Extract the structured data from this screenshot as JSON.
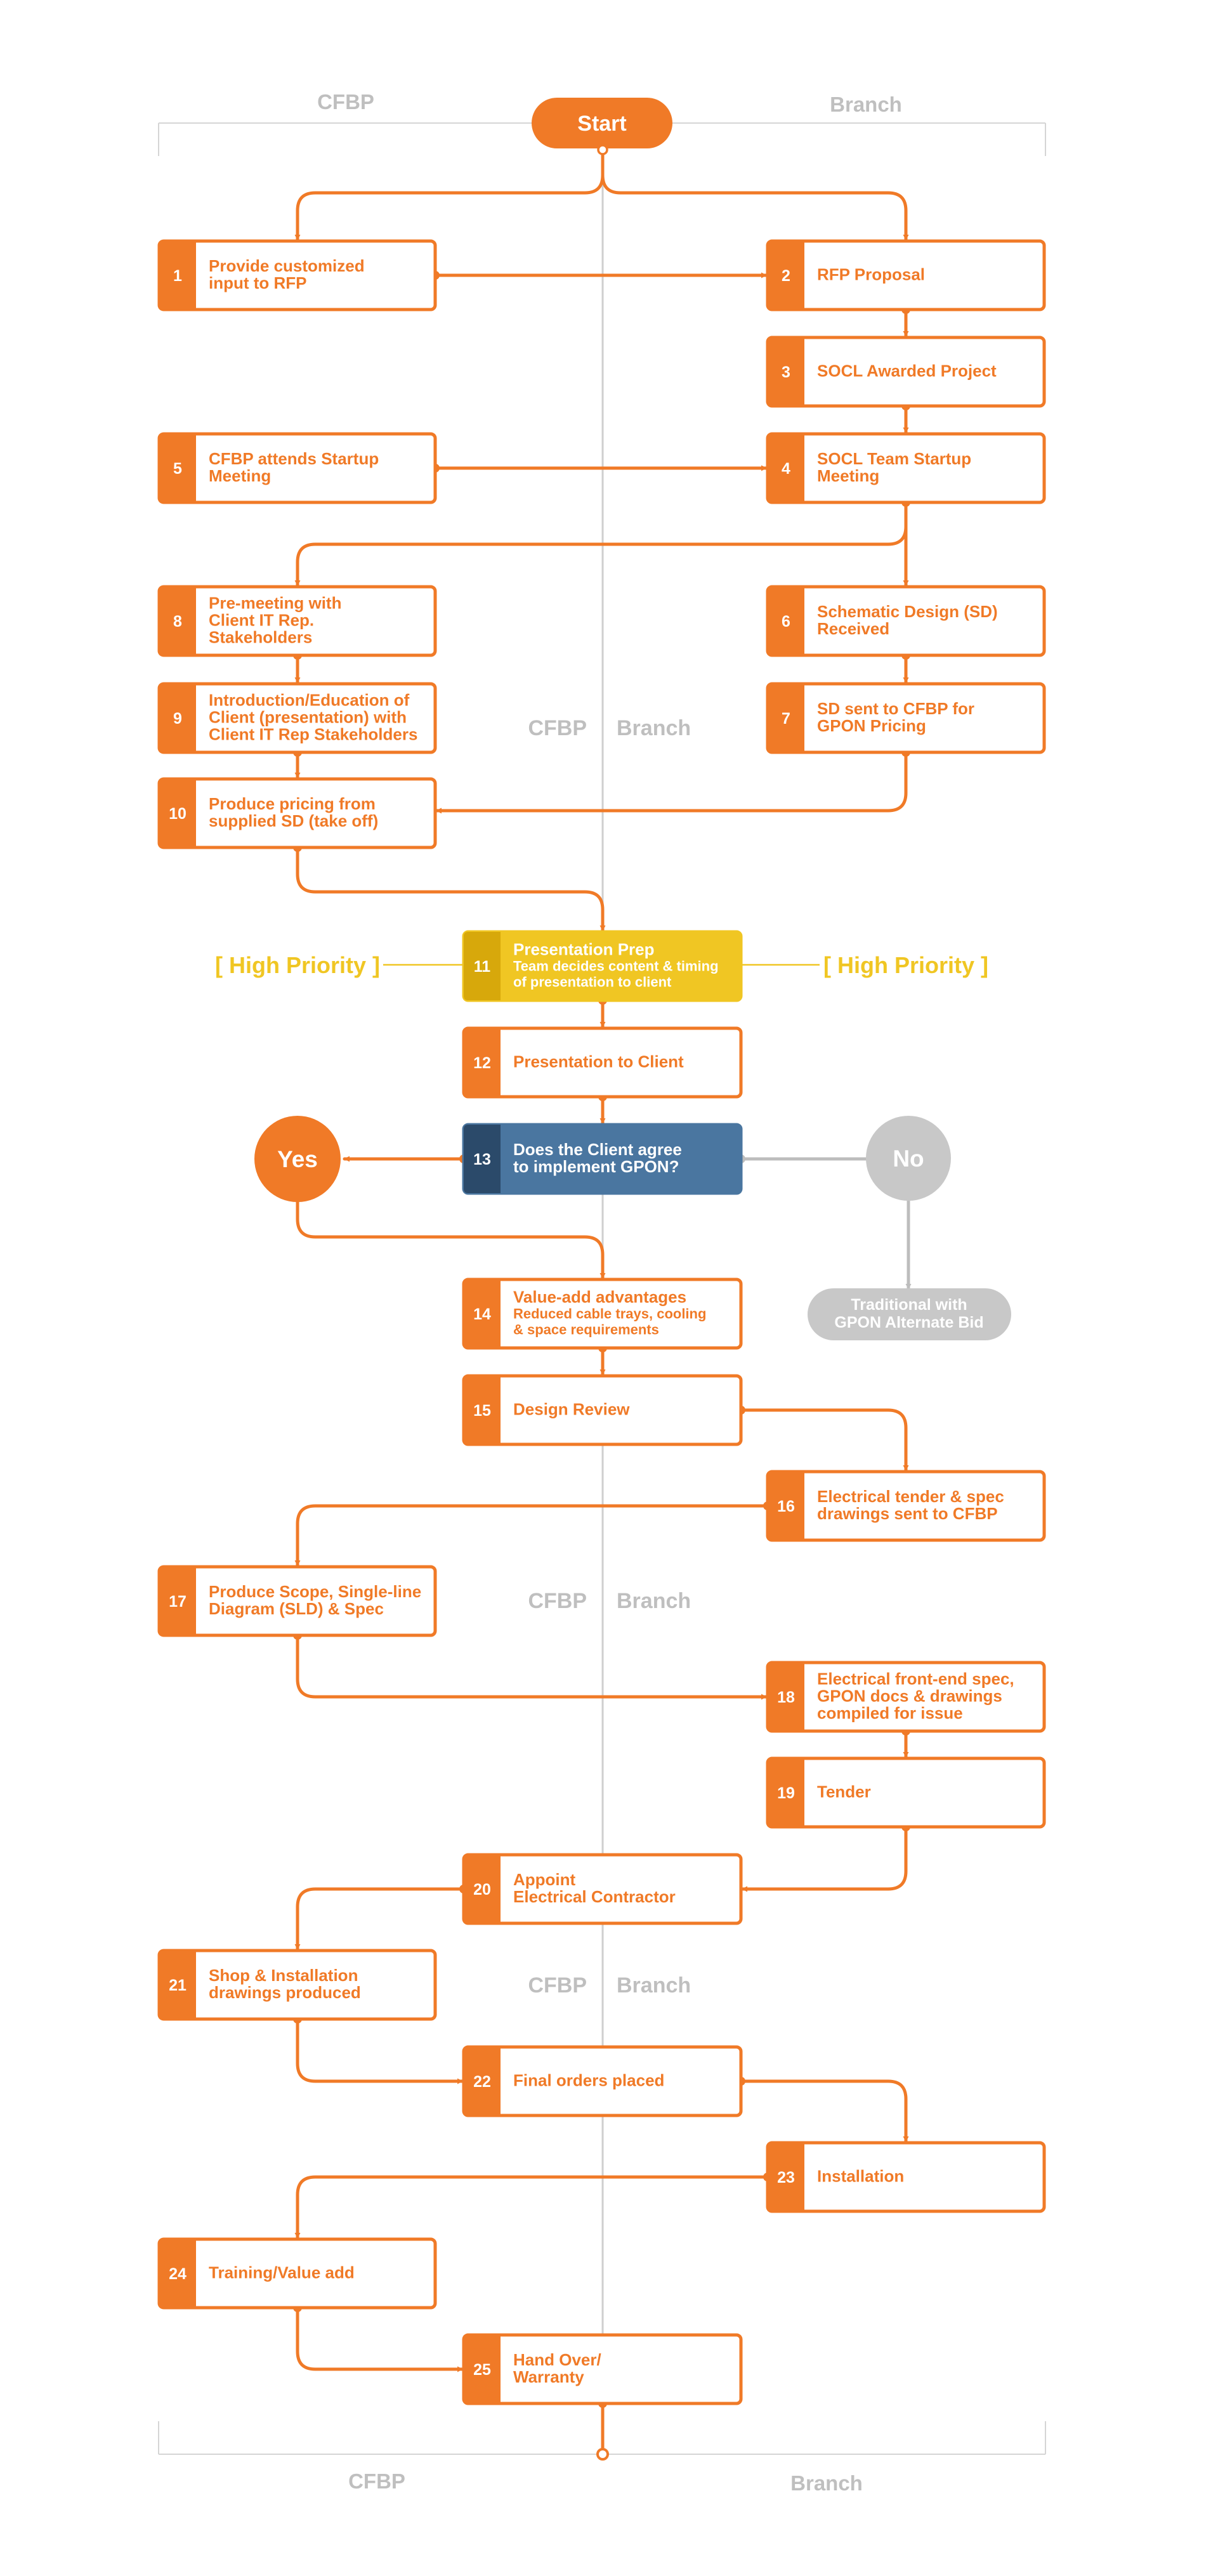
{
  "lanes": {
    "left": "CFBP",
    "right": "Branch"
  },
  "start": {
    "label": "Start"
  },
  "high_priority": "[ High Priority ]",
  "steps": [
    {
      "num": "1",
      "lines": [
        "Provide customized",
        "input to RFP"
      ]
    },
    {
      "num": "2",
      "lines": [
        "RFP Proposal"
      ]
    },
    {
      "num": "3",
      "lines": [
        "SOCL Awarded Project"
      ]
    },
    {
      "num": "4",
      "lines": [
        "SOCL Team Startup",
        "Meeting"
      ]
    },
    {
      "num": "5",
      "lines": [
        "CFBP attends Startup",
        "Meeting"
      ]
    },
    {
      "num": "6",
      "lines": [
        "Schematic Design (SD)",
        "Received"
      ]
    },
    {
      "num": "7",
      "lines": [
        "SD sent to CFBP for",
        "GPON Pricing"
      ]
    },
    {
      "num": "8",
      "lines": [
        "Pre-meeting with",
        "Client IT Rep.",
        "Stakeholders"
      ]
    },
    {
      "num": "9",
      "lines": [
        "Introduction/Education of",
        "Client (presentation) with",
        "Client IT Rep Stakeholders"
      ]
    },
    {
      "num": "10",
      "lines": [
        "Produce pricing from",
        "supplied SD (take off)"
      ]
    },
    {
      "num": "11",
      "lines": [
        "Presentation Prep"
      ],
      "sub": [
        "Team decides content & timing",
        "of presentation to client"
      ]
    },
    {
      "num": "12",
      "lines": [
        "Presentation to Client"
      ]
    },
    {
      "num": "13",
      "lines": [
        "Does the Client agree",
        "to implement GPON?"
      ]
    },
    {
      "num": "14",
      "lines": [
        "Value-add advantages"
      ],
      "sub": [
        "Reduced cable trays, cooling",
        "& space requirements"
      ]
    },
    {
      "num": "15",
      "lines": [
        "Design Review"
      ]
    },
    {
      "num": "16",
      "lines": [
        "Electrical tender & spec",
        "drawings sent to CFBP"
      ]
    },
    {
      "num": "17",
      "lines": [
        "Produce Scope, Single-line",
        "Diagram (SLD) & Spec"
      ]
    },
    {
      "num": "18",
      "lines": [
        "Electrical front-end spec,",
        "GPON docs & drawings",
        "compiled for issue"
      ]
    },
    {
      "num": "19",
      "lines": [
        "Tender"
      ]
    },
    {
      "num": "20",
      "lines": [
        "Appoint",
        "Electrical Contractor"
      ]
    },
    {
      "num": "21",
      "lines": [
        "Shop & Installation",
        "drawings produced"
      ]
    },
    {
      "num": "22",
      "lines": [
        "Final orders placed"
      ]
    },
    {
      "num": "23",
      "lines": [
        "Installation"
      ]
    },
    {
      "num": "24",
      "lines": [
        "Training/Value add"
      ]
    },
    {
      "num": "25",
      "lines": [
        "Hand Over/",
        "Warranty"
      ]
    }
  ],
  "decision": {
    "yes": "Yes",
    "no": "No"
  },
  "alternate": [
    "Traditional with",
    "GPON Alternate Bid"
  ],
  "colors": {
    "orange": "#f07a27",
    "yellow": "#f0c623",
    "yellow_dark": "#d7a80b",
    "blue": "#4a76a0",
    "blue_dark": "#2b4a6a",
    "gray": "#c8c8c8",
    "lane_text": "#bfbfbf"
  }
}
